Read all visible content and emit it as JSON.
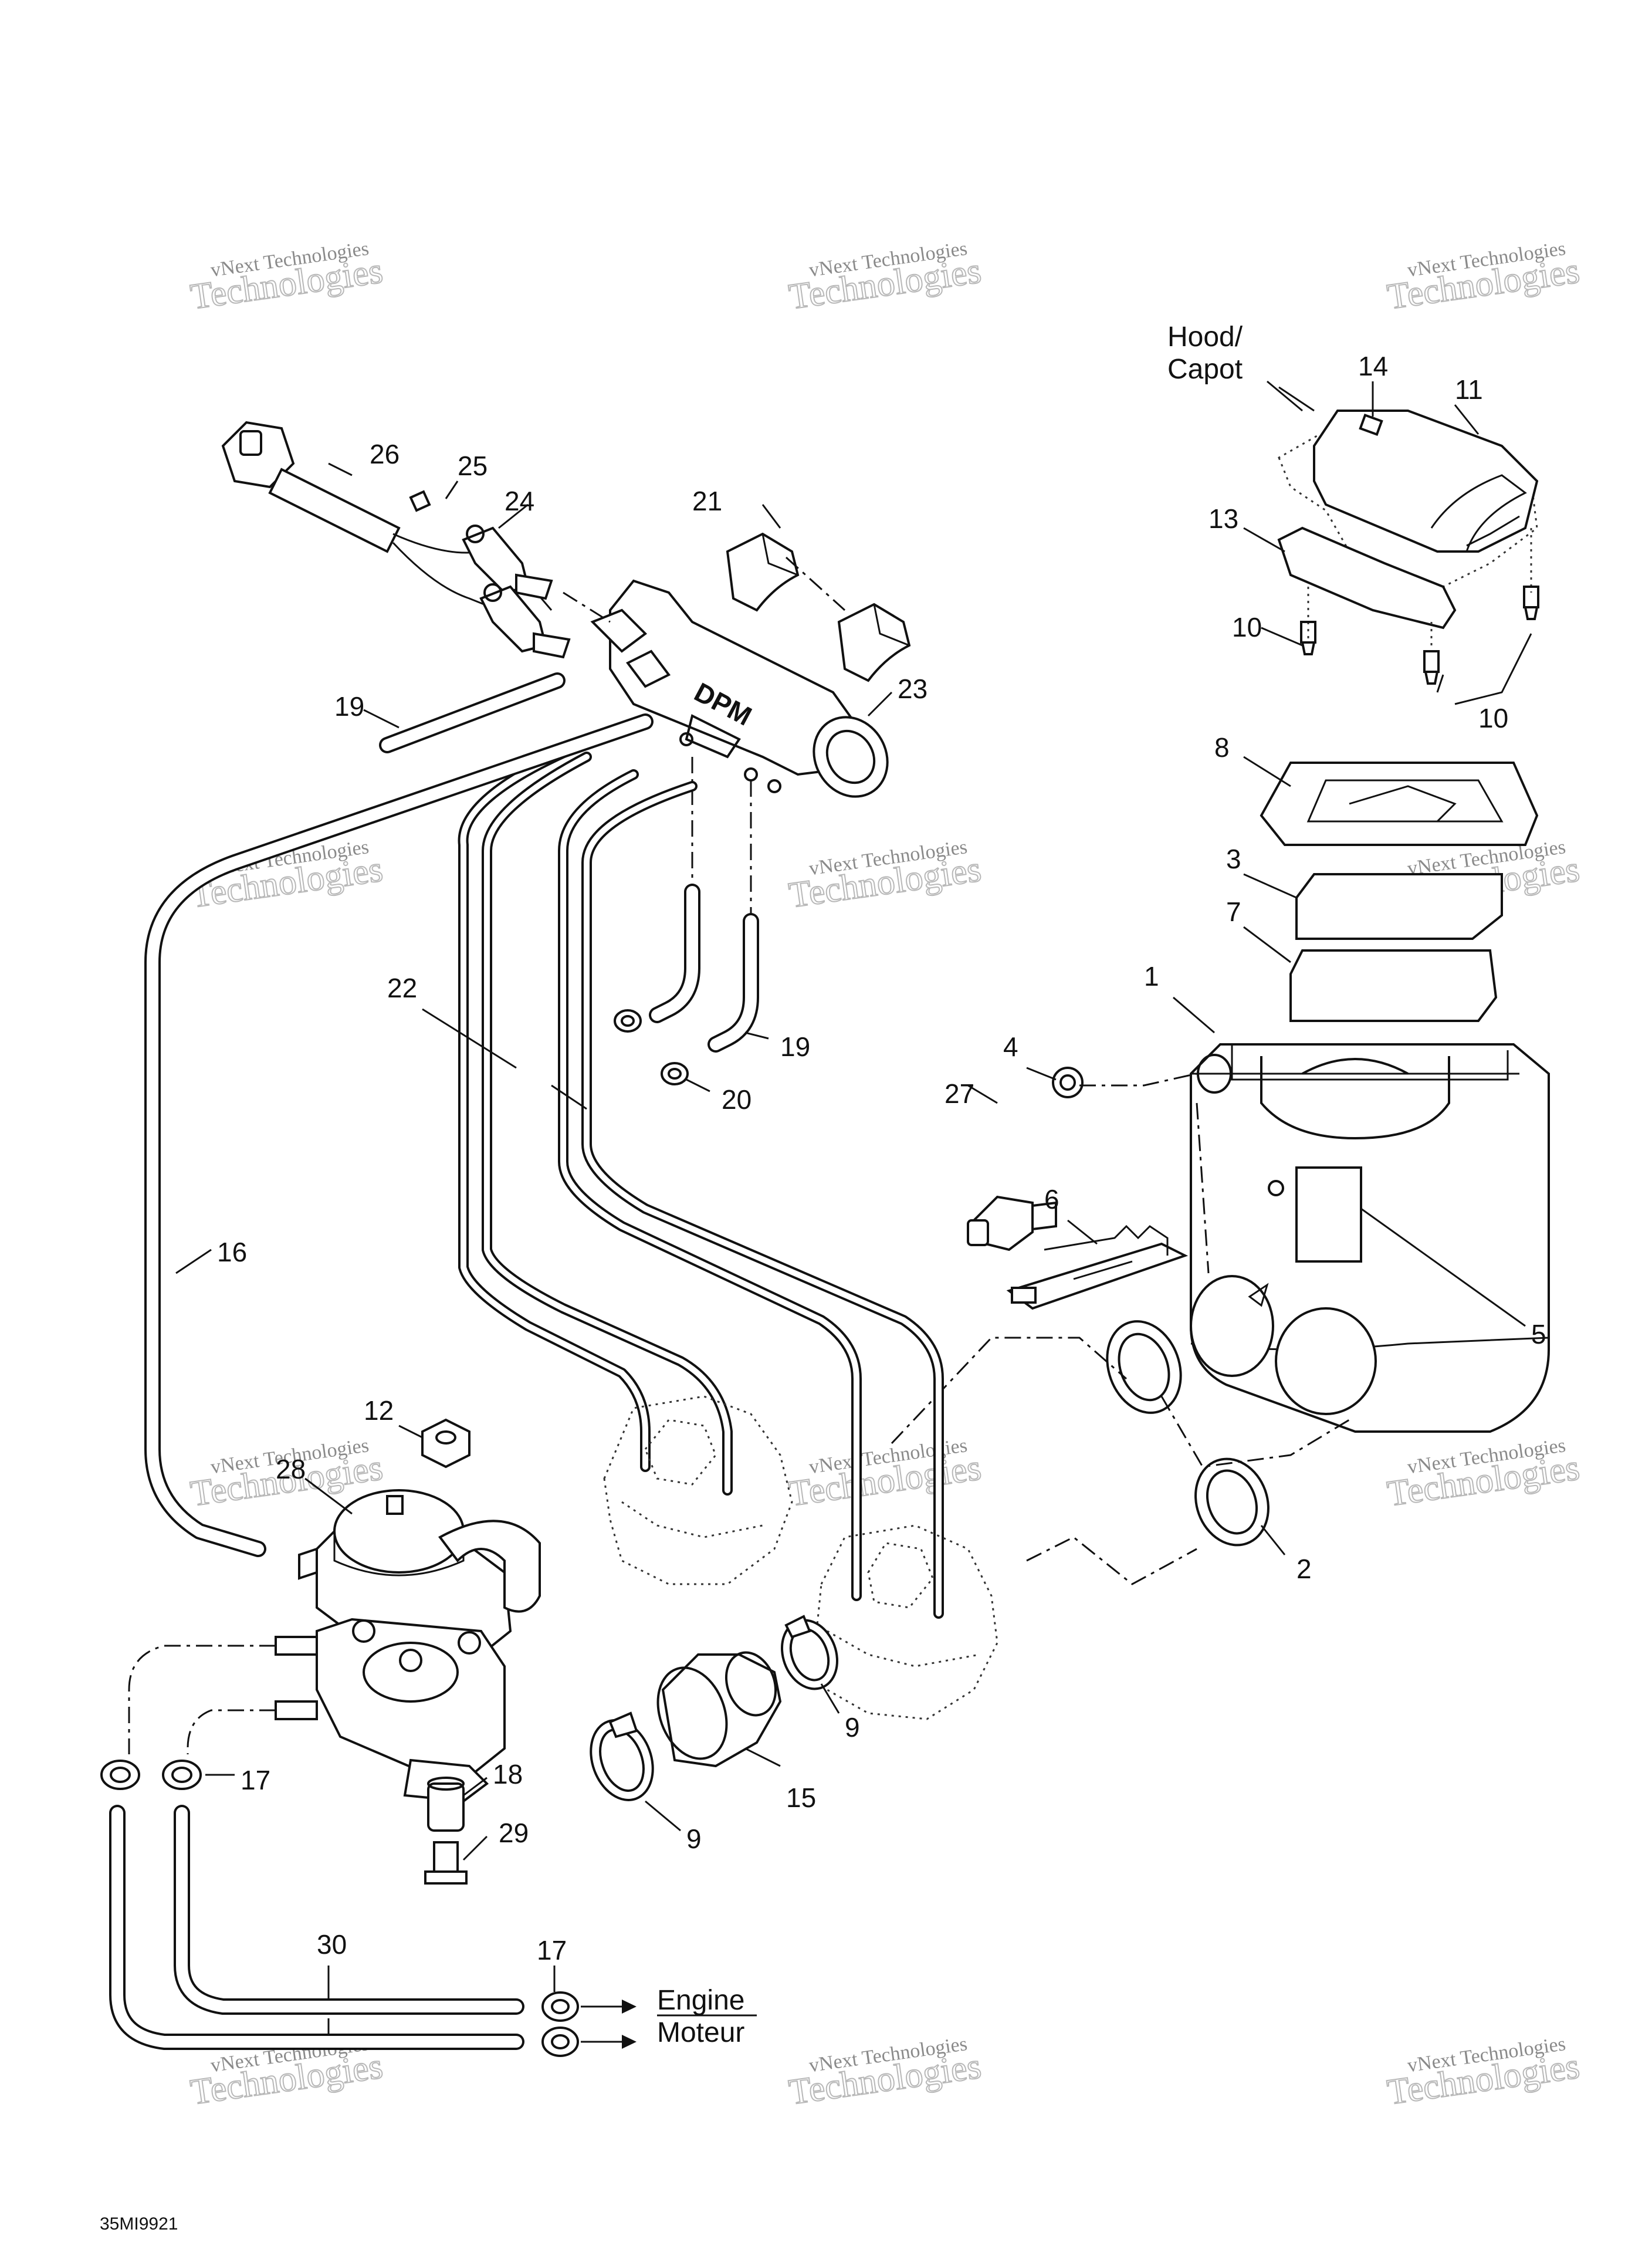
{
  "watermark": {
    "line1": "vNext Technologies",
    "line2": "Technologies",
    "overlay": "vNext"
  },
  "captions": {
    "hood": "Hood/",
    "capot": "Capot",
    "engine": "Engine",
    "moteur": "Moteur"
  },
  "drawing_code": "35MI9921",
  "callouts": {
    "c1": "1",
    "c2": "2",
    "c3": "3",
    "c4": "4",
    "c5": "5",
    "c6": "6",
    "c7": "7",
    "c8": "8",
    "c9a": "9",
    "c9b": "9",
    "c10a": "10",
    "c10b": "10",
    "c11": "11",
    "c12": "12",
    "c13": "13",
    "c14": "14",
    "c15": "15",
    "c16": "16",
    "c17a": "17",
    "c17b": "17",
    "c18": "18",
    "c19a": "19",
    "c19b": "19",
    "c20": "20",
    "c21": "21",
    "c22": "22",
    "c23": "23",
    "c24": "24",
    "c25": "25",
    "c26": "26",
    "c27": "27",
    "c28": "28",
    "c29": "29",
    "c30": "30"
  },
  "logo_text": "DPM"
}
